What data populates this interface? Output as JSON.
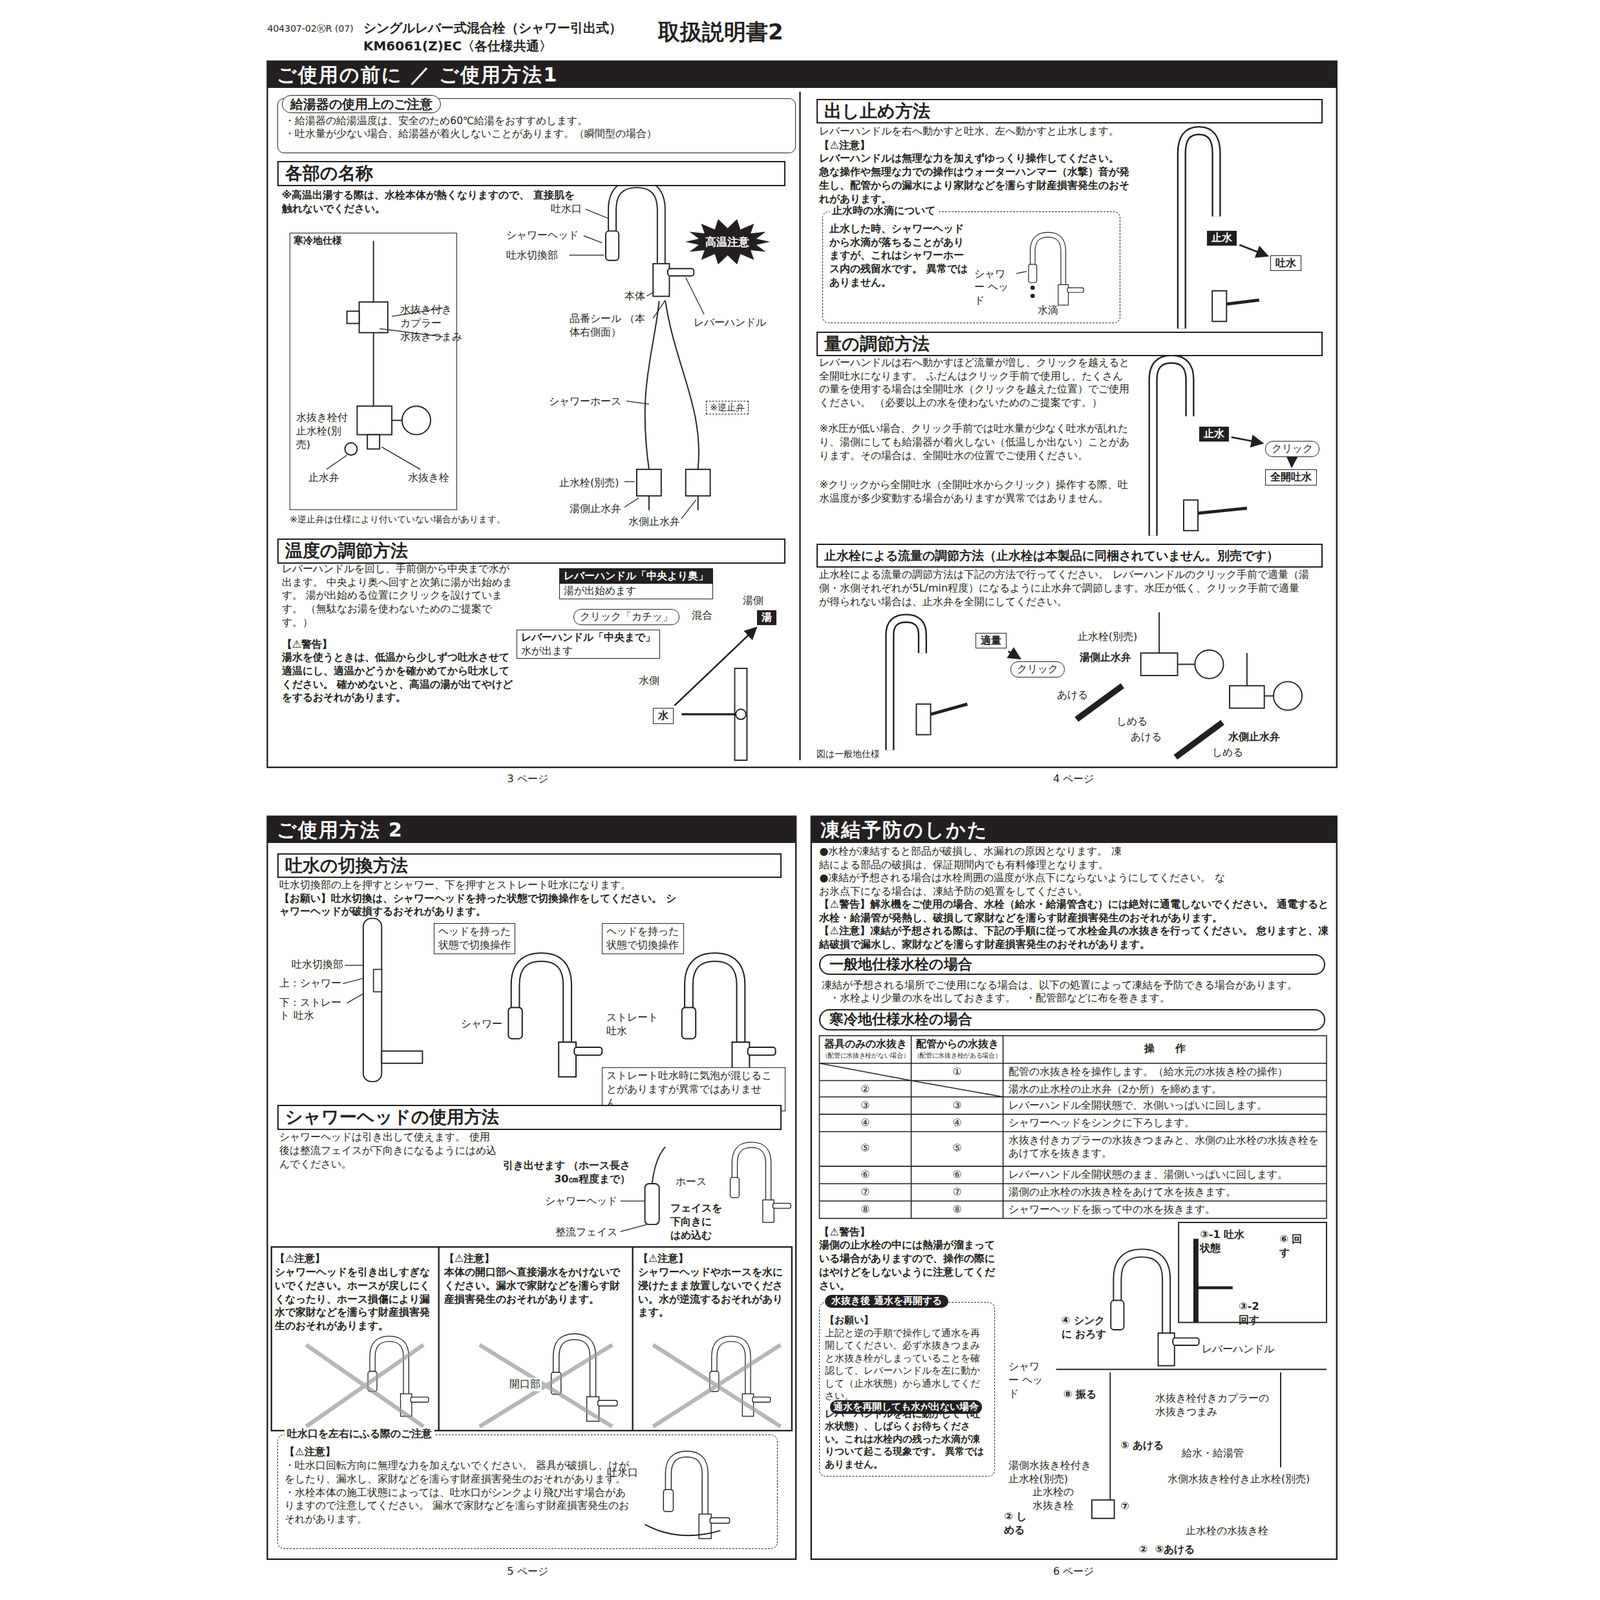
{
  "diagram": {
    "title": "取扱説明書2",
    "nodes": [
      {
        "text": [
          "ご使用の前に ／ ご使用方法1"
        ]
      },
      {
        "text": [
          "給湯器の使用上のご注意",
          "・給湯器の給湯温度は、安全のため60℃給湯をおすすめします。",
          "・吐水量が少ない場合、給湯器が着火しないことがあります。（瞬間型の場合）"
        ]
      },
      {
        "text": [
          "各部の名称"
        ]
      },
      {
        "text": [
          "寒冷地仕様"
        ]
      },
      {
        "text": [
          "高温注意"
        ]
      },
      {
        "text": [
          "※逆止弁"
        ]
      },
      {
        "text": [
          "温度の調節方法"
        ]
      },
      {
        "text": [
          "レバーハンドル「中央より奥」",
          "湯が出始めます"
        ]
      },
      {
        "text": [
          "クリック「カチッ」"
        ]
      },
      {
        "text": [
          "レバーハンドル「中央まで」",
          "水が出ます"
        ]
      },
      {
        "text": [
          "湯"
        ]
      },
      {
        "text": [
          "水"
        ]
      },
      {
        "text": [
          "出し止め方法"
        ]
      },
      {
        "text": [
          "止水時の水滴について",
          "止水した時、シャワーヘッドから水滴が落ちることがありますが、これはシャワーホース内の残留水です。 異常ではありません。"
        ]
      },
      {
        "text": [
          "止水"
        ]
      },
      {
        "text": [
          "吐水"
        ]
      },
      {
        "text": [
          "量の調節方法"
        ]
      },
      {
        "text": [
          "止水"
        ]
      },
      {
        "text": [
          "クリック"
        ]
      },
      {
        "text": [
          "全開吐水"
        ]
      },
      {
        "text": [
          "止水栓による流量の調節方法（止水栓は本製品に同梱されていません。別売です）"
        ]
      },
      {
        "text": [
          "適量"
        ]
      },
      {
        "text": [
          "クリック"
        ]
      },
      {
        "text": [
          "ご使用方法 2"
        ]
      },
      {
        "text": [
          "吐水の切換方法"
        ]
      },
      {
        "text": [
          "ヘッドを持った状態で切換操作"
        ]
      },
      {
        "text": [
          "ヘッドを持った状態で切換操作"
        ]
      },
      {
        "text": [
          "ストレート吐水時に気泡が混じることがありますが異常ではありません。"
        ]
      },
      {
        "text": [
          "シャワーヘッドの使用方法"
        ]
      },
      {
        "text": [
          "【⚠注意】",
          "シャワーヘッドを引き出しすぎないでください。ホースが戻しにくくなったり、ホース損傷により漏水で家財などを濡らす財産損害発生のおそれがあります。"
        ]
      },
      {
        "text": [
          "【⚠注意】",
          "本体の開口部へ直接湯水をかけないでください。漏水で家財などを濡らす財産損害発生のおそれがあります。"
        ]
      },
      {
        "text": [
          "【⚠注意】",
          "シャワーヘッドやホースを水に浸けたまま放置しないでください。水が逆流するおそれがあります。"
        ]
      },
      {
        "text": [
          "吐水口を左右にふる際のご注意",
          "【⚠注意】",
          "・吐水口回転方向に無理な力を加えないでください。 器具が破損し、けがをしたり、漏水し、家財などを濡らす財産損害発生のおそれがあります。",
          "・水栓本体の施工状態によっては、吐水口がシンクより飛び出す場合がありますので注意してください。 漏水で家財などを濡らす財産損害発生のおそれがあります。"
        ]
      },
      {
        "text": [
          "凍結予防のしかた"
        ]
      },
      {
        "text": [
          "一般地仕様水栓の場合"
        ]
      },
      {
        "text": [
          "寒冷地仕様水栓の場合"
        ]
      },
      {
        "text": [
          "水抜き後 通水を再開する",
          "【お願い】",
          "上記と逆の手順で操作して通水を再開してください。必ず水抜きつまみと水抜き栓がしまっていることを確認して、レバーハンドルを左に動かして（止水状態）から通水してください。"
        ]
      },
      {
        "text": [
          "通水を再開しても水が出ない場合",
          "レバーハンドルを右に動かして（吐水状態）、しばらくお待ちください。これは水栓内の残った水滴が凍りついて起こる現象です。 異常ではありません。"
        ],
        "in": 36
      }
    ],
    "edges": [
      {
        "from": 11,
        "to": 10,
        "arrow": "to"
      },
      {
        "from": 14,
        "to": 15,
        "arrow": "to"
      },
      {
        "from": 17,
        "to": 18,
        "arrow": "to"
      },
      {
        "from": 18,
        "to": 19,
        "arrow": "to"
      },
      {
        "from": 21,
        "to": 22,
        "arrow": "to"
      }
    ],
    "labels": [
      "404307-02ⓀR (07)",
      "シングルレバー式混合栓（シャワー引出式）",
      "KM6061(Z)EC〈各仕様共通〉",
      "※高温出湯する際は、水栓本体が熱くなりますので、 直接肌を触れないでください。",
      "水抜き付き カプラー",
      "水抜きつまみ",
      "水抜き栓付 止水栓(別売)",
      "止水弁",
      "水抜き栓",
      "※逆止弁は仕様により付いていない場合があります。",
      "吐水口",
      "シャワーヘッド",
      "吐水切換部",
      "本体",
      "品番シール （本体右側面）",
      "レバーハンドル",
      "シャワーホース",
      "止水栓(別売)",
      "湯側止水弁",
      "水側止水弁",
      "レバーハンドルを回し、手前側から中央まで水が出ます。 中央より奥へ回すと次第に湯が出始めます。 湯が出始める位置にクリックを設けています。 （無駄なお湯を使わないためのご提案です。）",
      "【⚠警告】",
      "湯水を使うときは、低温から少しずつ吐水させて適温にし、適温かどうかを確かめてから吐水してください。 確かめないと、高温の湯が出てやけどをするおそれがあります。",
      "湯側",
      "混合",
      "水側",
      "3 ページ",
      "レバーハンドルを右へ動かすと吐水、左へ動かすと止水します。",
      "【⚠注意】",
      "レバーハンドルは無理な力を加えずゆっくり操作してください。 急な操作や無理な力での操作はウォーターハンマー（水撃）音が発生し、配管からの漏水により家財などを濡らす財産損害発生のおそれがあります。",
      "シャワー ヘッド",
      "水滴",
      "レバーハンドルは右へ動かすほど流量が増し、クリックを越えると全開吐水になります。 ふだんはクリック手前で使用し、たくさんの量を使用する場合は全開吐水（クリックを越えた位置）でご使用ください。 （必要以上の水を使わないためのご提案です。）",
      "※水圧が低い場合、クリック手前では吐水量が少なく吐水が乱れたり、湯側にしても給湯器が着火しない（低温しか出ない）ことがあります。その場合は、全開吐水の位置でご使用ください。",
      "※クリックから全開吐水（全開吐水からクリック）操作する際、吐水温度が多少変動する場合がありますが異常ではありません。",
      "止水栓による流量の調節方法は下記の方法で行ってください。 レバーハンドルのクリック手前で適量（湯側・水側それぞれが5L/min程度）になるように止水弁で調節します。水圧が低く、クリック手前で適量が得られない場合は、止水弁を全開にしてください。",
      "止水栓(別売)",
      "湯側止水弁",
      "あける",
      "しめる",
      "あける",
      "水側止水弁",
      "しめる",
      "図は一般地仕様",
      "4 ページ",
      "吐水切換部の上を押すとシャワー、下を押すとストレート吐水になります。",
      "【お願い】吐水切換は、シャワーヘッドを持った状態で切換操作をしてください。 シャワーヘッドが破損するおそれがあります。",
      "吐水切換部",
      "上：シャワー",
      "下：ストレート 吐水",
      "シャワー",
      "ストレート 吐水",
      "シャワーヘッドは引き出して使えます。 使用後は整流フェイスが下向きになるようにはめ込んでください。",
      "引き出せます （ホース長さ30㎝程度まで）",
      "ホース",
      "シャワーヘッド",
      "整流フェイス",
      "フェイスを 下向きに はめ込む",
      "開口部",
      "吐水口",
      "5 ページ",
      "●水栓が凍結すると部品が破損し、水漏れの原因となります。 凍結による部品の破損は、保証期間内でも有料修理となります。",
      "●凍結が予想される場合は水栓周囲の温度が氷点下にならないようにしてください。 なお氷点下になる場合は、凍結予防の処置をしてください。",
      "【⚠警告】解氷機をご使用の場合、水栓（給水・給湯管含む）には絶対に通電しないでください。 通電すると水栓・給湯管が発熱し、破損して家財などを濡らす財産損害発生のおそれがあります。",
      "【⚠注意】凍結が予想される際は、下記の手順に従って水栓金具の水抜きを行ってください。 怠りますと、凍結破損で漏水し、家財などを濡らす財産損害発生のおそれがあります。",
      "凍結が予想される場所でご使用になる場合は、以下の処置によって凍結を予防できる場合があります。",
      "・水栓より少量の水を出しておきます。",
      "・配管部などに布を巻きます。",
      "器具のみの水抜き",
      "（配管に水抜き栓がない場合）",
      "配管からの水抜き",
      "（配管に水抜き栓がある場合）",
      "操　　作",
      "①",
      "配管の水抜き栓を操作します。（給水元の水抜き栓の操作）",
      "②",
      "湯水の止水栓の止水弁（2か所）を締めます。",
      "③",
      "③",
      "レバーハンドル全開状態で、水側いっぱいに回します。",
      "④",
      "④",
      "シャワーヘッドをシンクに下ろします。",
      "⑤",
      "⑤",
      "水抜き付きカプラーの水抜きつまみと、水側の止水栓の水抜き栓をあけて水を抜きます。",
      "⑥",
      "⑥",
      "レバーハンドル全開状態のまま、湯側いっぱいに回します。",
      "⑦",
      "⑦",
      "湯側の止水栓の水抜き栓をあけて水を抜きます。",
      "⑧",
      "⑧",
      "シャワーヘッドを振って中の水を抜きます。",
      "【⚠警告】",
      "湯側の止水栓の中には熱湯が溜まっている場合がありますので、操作の際にはやけどをしないように注意してください。",
      "③-1 吐水状態",
      "⑥ 回す",
      "③-2 回す",
      "④ シンクに おろす",
      "レバーハンドル",
      "シャワー ヘッド",
      "⑧ 振る",
      "水抜き栓付きカプラーの 水抜きつまみ",
      "⑤ あける",
      "給水・給湯管",
      "湯側水抜き栓付き 止水栓(別売)",
      "水側水抜き栓付き止水栓(別売)",
      "止水栓の 水抜き栓",
      "② しめる",
      "⑦",
      "②",
      "⑤あける",
      "止水栓の水抜き栓",
      "6 ページ"
    ]
  }
}
